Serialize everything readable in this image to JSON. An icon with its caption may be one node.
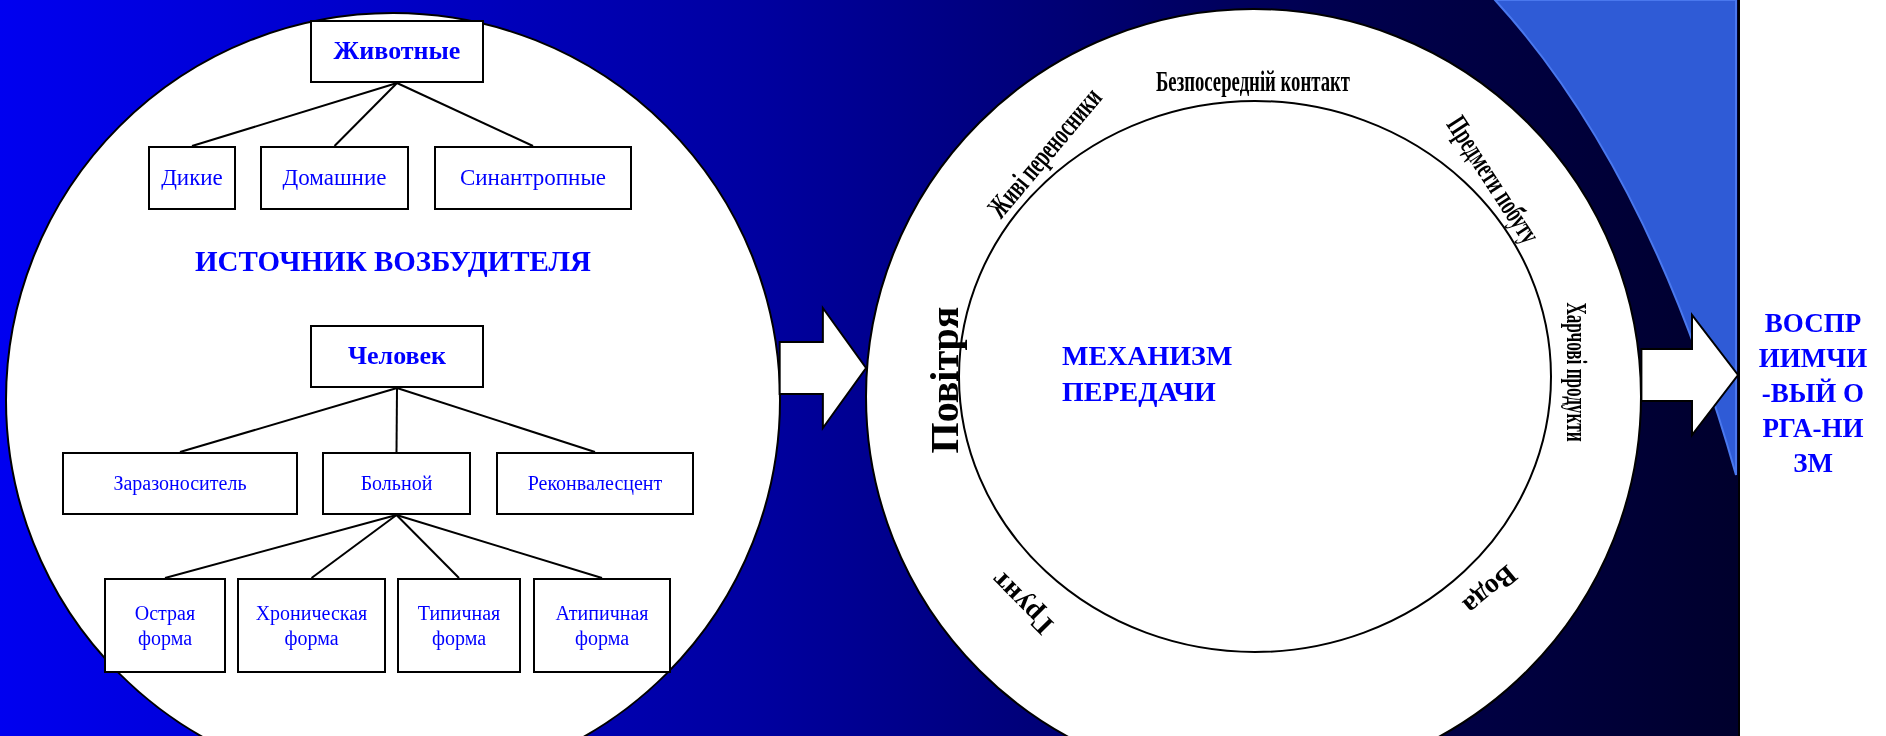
{
  "diagram": {
    "nodes": [
      {
        "text": [
          "ИСТОЧНИК ВОЗБУДИТЕЛЯ"
        ]
      },
      {
        "text": [
          "Животные"
        ],
        "in": 0
      },
      {
        "text": [
          "Дикие"
        ],
        "in": 0
      },
      {
        "text": [
          "Домашние"
        ],
        "in": 0
      },
      {
        "text": [
          "Синантропные"
        ],
        "in": 0
      },
      {
        "text": [
          "Человек"
        ],
        "in": 0
      },
      {
        "text": [
          "Заразоноситель"
        ],
        "in": 0
      },
      {
        "text": [
          "Больной"
        ],
        "in": 0
      },
      {
        "text": [
          "Реконвалесцент"
        ],
        "in": 0
      },
      {
        "text": [
          "Острая форма"
        ],
        "in": 0
      },
      {
        "text": [
          "Хроническая форма"
        ],
        "in": 0
      },
      {
        "text": [
          "Типичная форма"
        ],
        "in": 0
      },
      {
        "text": [
          "Атипичная форма"
        ],
        "in": 0
      },
      {
        "text": [
          "Безпосередній контакт",
          "Предмети побуту",
          "Харчові продукти",
          "Вода",
          "Грунт",
          "Повітря",
          "Живі переносники",
          "МЕХАНИЗМ ПЕРЕДАЧИ"
        ]
      },
      {
        "text": [
          "ВОСПРИИМЧИ-ВЫЙ ОРГА-НИЗМ"
        ]
      }
    ],
    "edges": [
      {
        "from": 1,
        "to": 2,
        "arrow": "none"
      },
      {
        "from": 1,
        "to": 3,
        "arrow": "none"
      },
      {
        "from": 1,
        "to": 4,
        "arrow": "none"
      },
      {
        "from": 5,
        "to": 6,
        "arrow": "none"
      },
      {
        "from": 5,
        "to": 7,
        "arrow": "none"
      },
      {
        "from": 5,
        "to": 8,
        "arrow": "none"
      },
      {
        "from": 7,
        "to": 9,
        "arrow": "none"
      },
      {
        "from": 7,
        "to": 10,
        "arrow": "none"
      },
      {
        "from": 7,
        "to": 11,
        "arrow": "none"
      },
      {
        "from": 7,
        "to": 12,
        "arrow": "none"
      },
      {
        "from": 0,
        "to": 13,
        "arrow": "to"
      },
      {
        "from": 13,
        "to": 14,
        "arrow": "to"
      }
    ]
  }
}
